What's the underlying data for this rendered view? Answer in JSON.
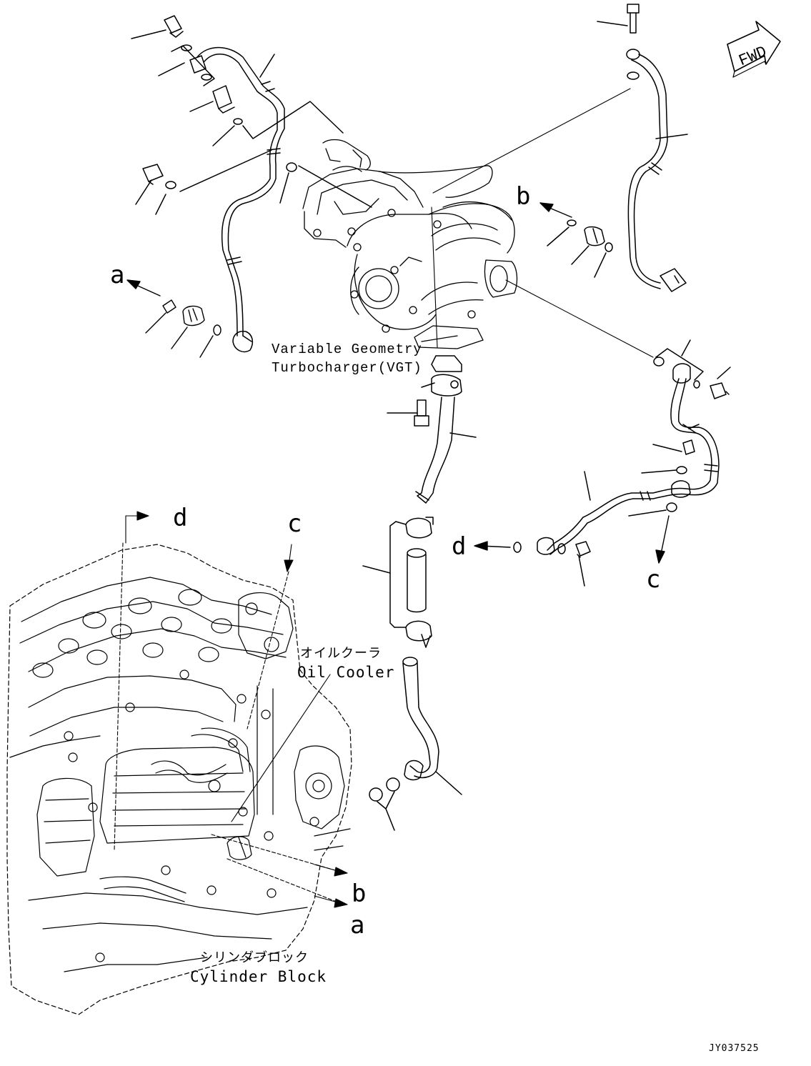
{
  "labels": {
    "vgt_line1": "Variable Geometry",
    "vgt_line2": "Turbocharger(VGT)",
    "oil_cooler_jp": "オイルクーラ",
    "oil_cooler_en": "Oil Cooler",
    "cyl_block_jp": "シリンダブロック",
    "cyl_block_en": "Cylinder Block",
    "fwd": "FWD",
    "drawing_no": "JY037525"
  },
  "refs": {
    "a1": "a",
    "b1": "b",
    "d1": "d",
    "c1": "c",
    "d2": "d",
    "c2": "c",
    "b2": "b",
    "a2": "a"
  },
  "colors": {
    "line": "#000000",
    "background": "#ffffff"
  }
}
